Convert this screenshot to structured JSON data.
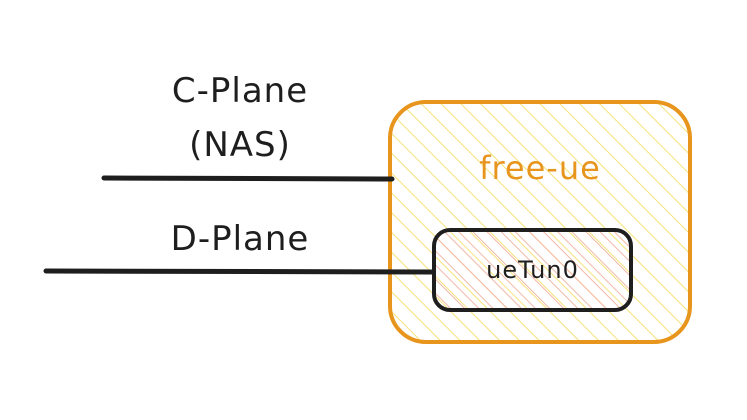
{
  "diagram": {
    "labels": {
      "c_plane": "C-Plane",
      "nas": "(NAS)",
      "d_plane": "D-Plane",
      "container": "free-ue",
      "interface": "ueTun0"
    },
    "colors": {
      "ink": "#1e1e1e",
      "container_stroke": "#e8951e",
      "container_hatch": "#f5e27a",
      "interface_hatch": "#f2b8a8"
    }
  }
}
